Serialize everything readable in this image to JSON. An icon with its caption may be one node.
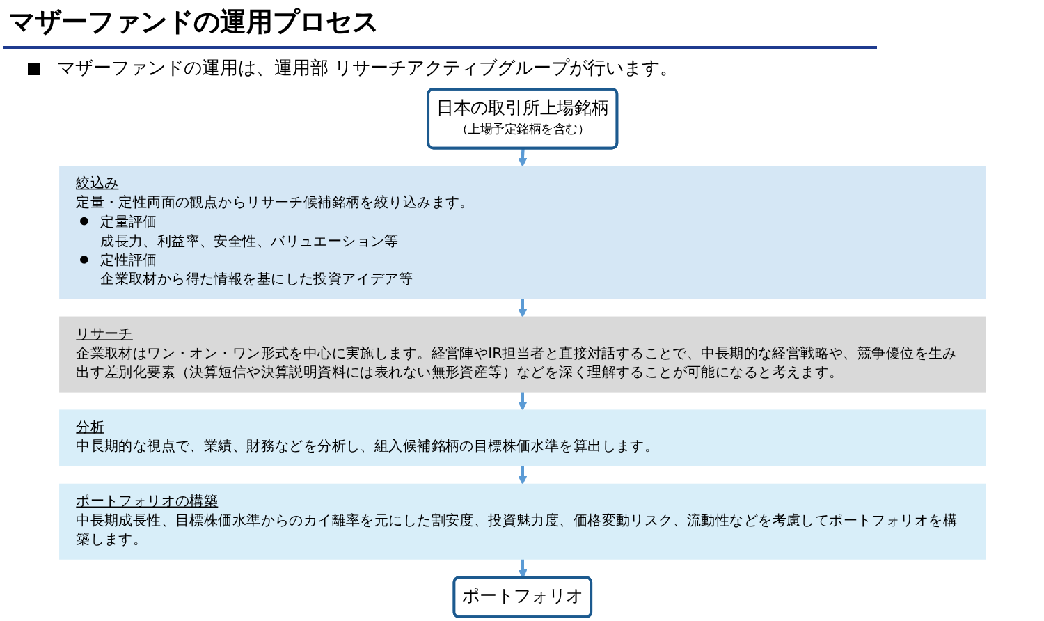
{
  "diagram": {
    "title": "マザーファンドの運用プロセス",
    "nodes": [
      {
        "text": [
          "日本の取引所上場銘柄",
          "（上場予定銘柄を含む）"
        ]
      },
      {
        "text": [
          "絞込み",
          "定量・定性両面の観点からリサーチ候補銘柄を絞り込みます。",
          "定量評価",
          "成長力、利益率、安全性、バリュエーション等",
          "定性評価",
          "企業取材から得た情報を基にした投資アイデア等"
        ]
      },
      {
        "text": [
          "リサーチ",
          "企業取材はワン・オン・ワン形式を中心に実施します。経営陣やIR担当者と直接対話することで、中長期的な経営戦略や、競争優位を生み出す差別化要素（決算短信や決算説明資料には表れない無形資産等）などを深く理解することが可能になると考えます。"
        ]
      },
      {
        "text": [
          "分析",
          "中長期的な視点で、業績、財務などを分析し、組入候補銘柄の目標株価水準を算出します。"
        ]
      },
      {
        "text": [
          "ポートフォリオの構築",
          "中長期成長性、目標株価水準からのカイ離率を元にした割安度、投資魅力度、価格変動リスク、流動性などを考慮してポートフォリオを構築します。"
        ]
      },
      {
        "text": [
          "ポートフォリオ"
        ]
      }
    ],
    "edges": [
      {
        "from": 0,
        "to": 1,
        "arrow": "to"
      },
      {
        "from": 1,
        "to": 2,
        "arrow": "to"
      },
      {
        "from": 2,
        "to": 3,
        "arrow": "to"
      },
      {
        "from": 3,
        "to": 4,
        "arrow": "to"
      },
      {
        "from": 4,
        "to": 5,
        "arrow": "to"
      }
    ],
    "labels": [
      "マザーファンドの運用は、運用部 リサーチアクティブグループが行います。"
    ]
  }
}
